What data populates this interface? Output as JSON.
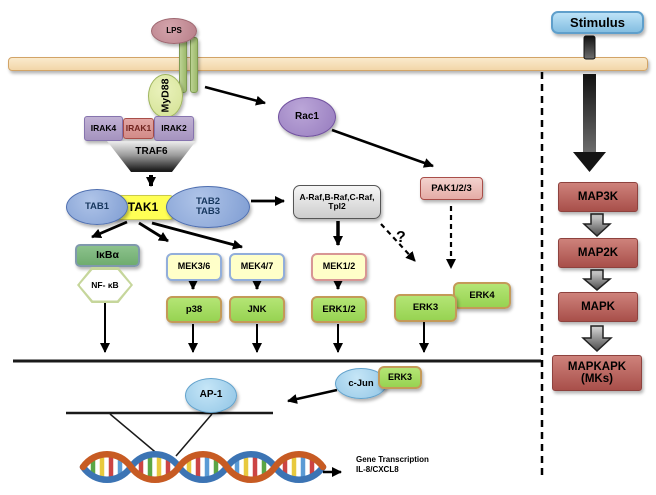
{
  "diagram": {
    "nodes": {
      "lps": "LPS",
      "myd88": "MyD88",
      "irak4": "IRAK4",
      "irak1": "IRAK1",
      "irak2": "IRAK2",
      "traf6": "TRAF6",
      "tab1": "TAB1",
      "tak1": "TAK1",
      "tab2": "TAB2",
      "tab3": "TAB3",
      "rac1": "Rac1",
      "pak": "PAK1/2/3",
      "raf_line1": "A-Raf,B-Raf,C-Raf,",
      "raf_line2": "Tpl2",
      "ikba": "IκBα",
      "nfkb": "NF- κB",
      "mek36": "MEK3/6",
      "mek47": "MEK4/7",
      "mek12": "MEK1/2",
      "p38": "p38",
      "jnk": "JNK",
      "erk12": "ERK1/2",
      "erk3": "ERK3",
      "erk4": "ERK4",
      "question_mark": "?",
      "ap1": "AP-1",
      "cjun": "c-Jun",
      "erk3_nuclear": "ERK3"
    },
    "right_panel": {
      "stimulus": "Stimulus",
      "map3k": "MAP3K",
      "map2k": "MAP2K",
      "mapk": "MAPK",
      "mapkapk_line1": "MAPKAPK",
      "mapkapk_line2": "(MKs)"
    },
    "gene_output": {
      "line1": "Gene Transcription",
      "line2": "IL-8/CXCL8"
    },
    "colors": {
      "membrane": "#F6DFB8",
      "kinase_green": "#A6DE63",
      "pale_yellow": "#FFFFC9",
      "map_red": "#BA5F5A",
      "light_blue": "#9CCCEA",
      "irak_purple": "#B3A2C9",
      "tab_blue": "#90ABDC",
      "tak1_yellow": "#FFFF55",
      "dna_orange": "#C75B23",
      "dna_blue": "#3C74B4"
    }
  }
}
